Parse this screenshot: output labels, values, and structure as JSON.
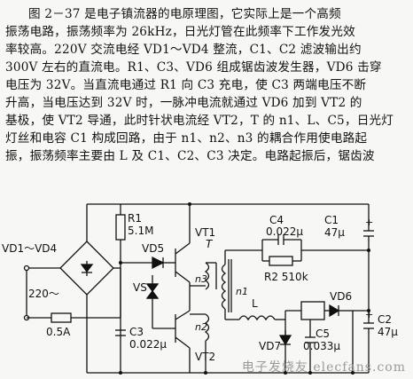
{
  "paragraph": {
    "lines": [
      "图 2－37 是电子镇流器的电原理图，它实际上是一个高频",
      "振荡电路，振荡频率为 26kHz，日光灯管在此频率下工作发光效",
      "率较高。220V 交流电经 VD1～VD4 整流，C1、C2 滤波输出约",
      "300V 左右的直流电。R1、C3、VD6 组成锯齿波发生器，VD6 击穿",
      "电压为 32V。当直流电通过 R1 向 C3 充电，使 C3 两端电压不断",
      "升高，当电压达到 32V 时，一脉冲电流就通过 VD6 加到 VT2 的",
      "基极，使 VT2 导通，此时针状电流经 VT2，T 的 n1、L、C5，日光灯",
      "灯丝和电容 C1 构成回路，由于 n1、n2、n3 的耦合作用使电路起",
      "振，振荡频率主要由 L 及 C1、C2、C3 决定。电路起振后，锯齿波"
    ]
  },
  "schematic": {
    "bridge_label": "VD1～VD4",
    "ac_label": "220～",
    "fuse_label": "0.5A",
    "r1_name": "R1",
    "r1_value": "5.1M",
    "vd5": "VD5",
    "vs": "VS",
    "c3_name": "C3",
    "c3_value": "0.022μ",
    "vt1": "VT1",
    "vt2": "VT2",
    "t_label": "T",
    "n3": "n3",
    "n1": "n1",
    "n2": "n2",
    "c4_name": "C4",
    "c4_value": "0.022μ",
    "r2": "R2 510k",
    "c1_name": "C1",
    "c1_value": "47μ",
    "l_label": "L",
    "vd6": "VD6",
    "vd7": "VD7",
    "c5_name": "C5",
    "c5_value": "0.033μ",
    "c2_name": "C2",
    "c2_value": "47μ",
    "plus": "+"
  },
  "watermark": "电子发烧友 elecfans.com"
}
